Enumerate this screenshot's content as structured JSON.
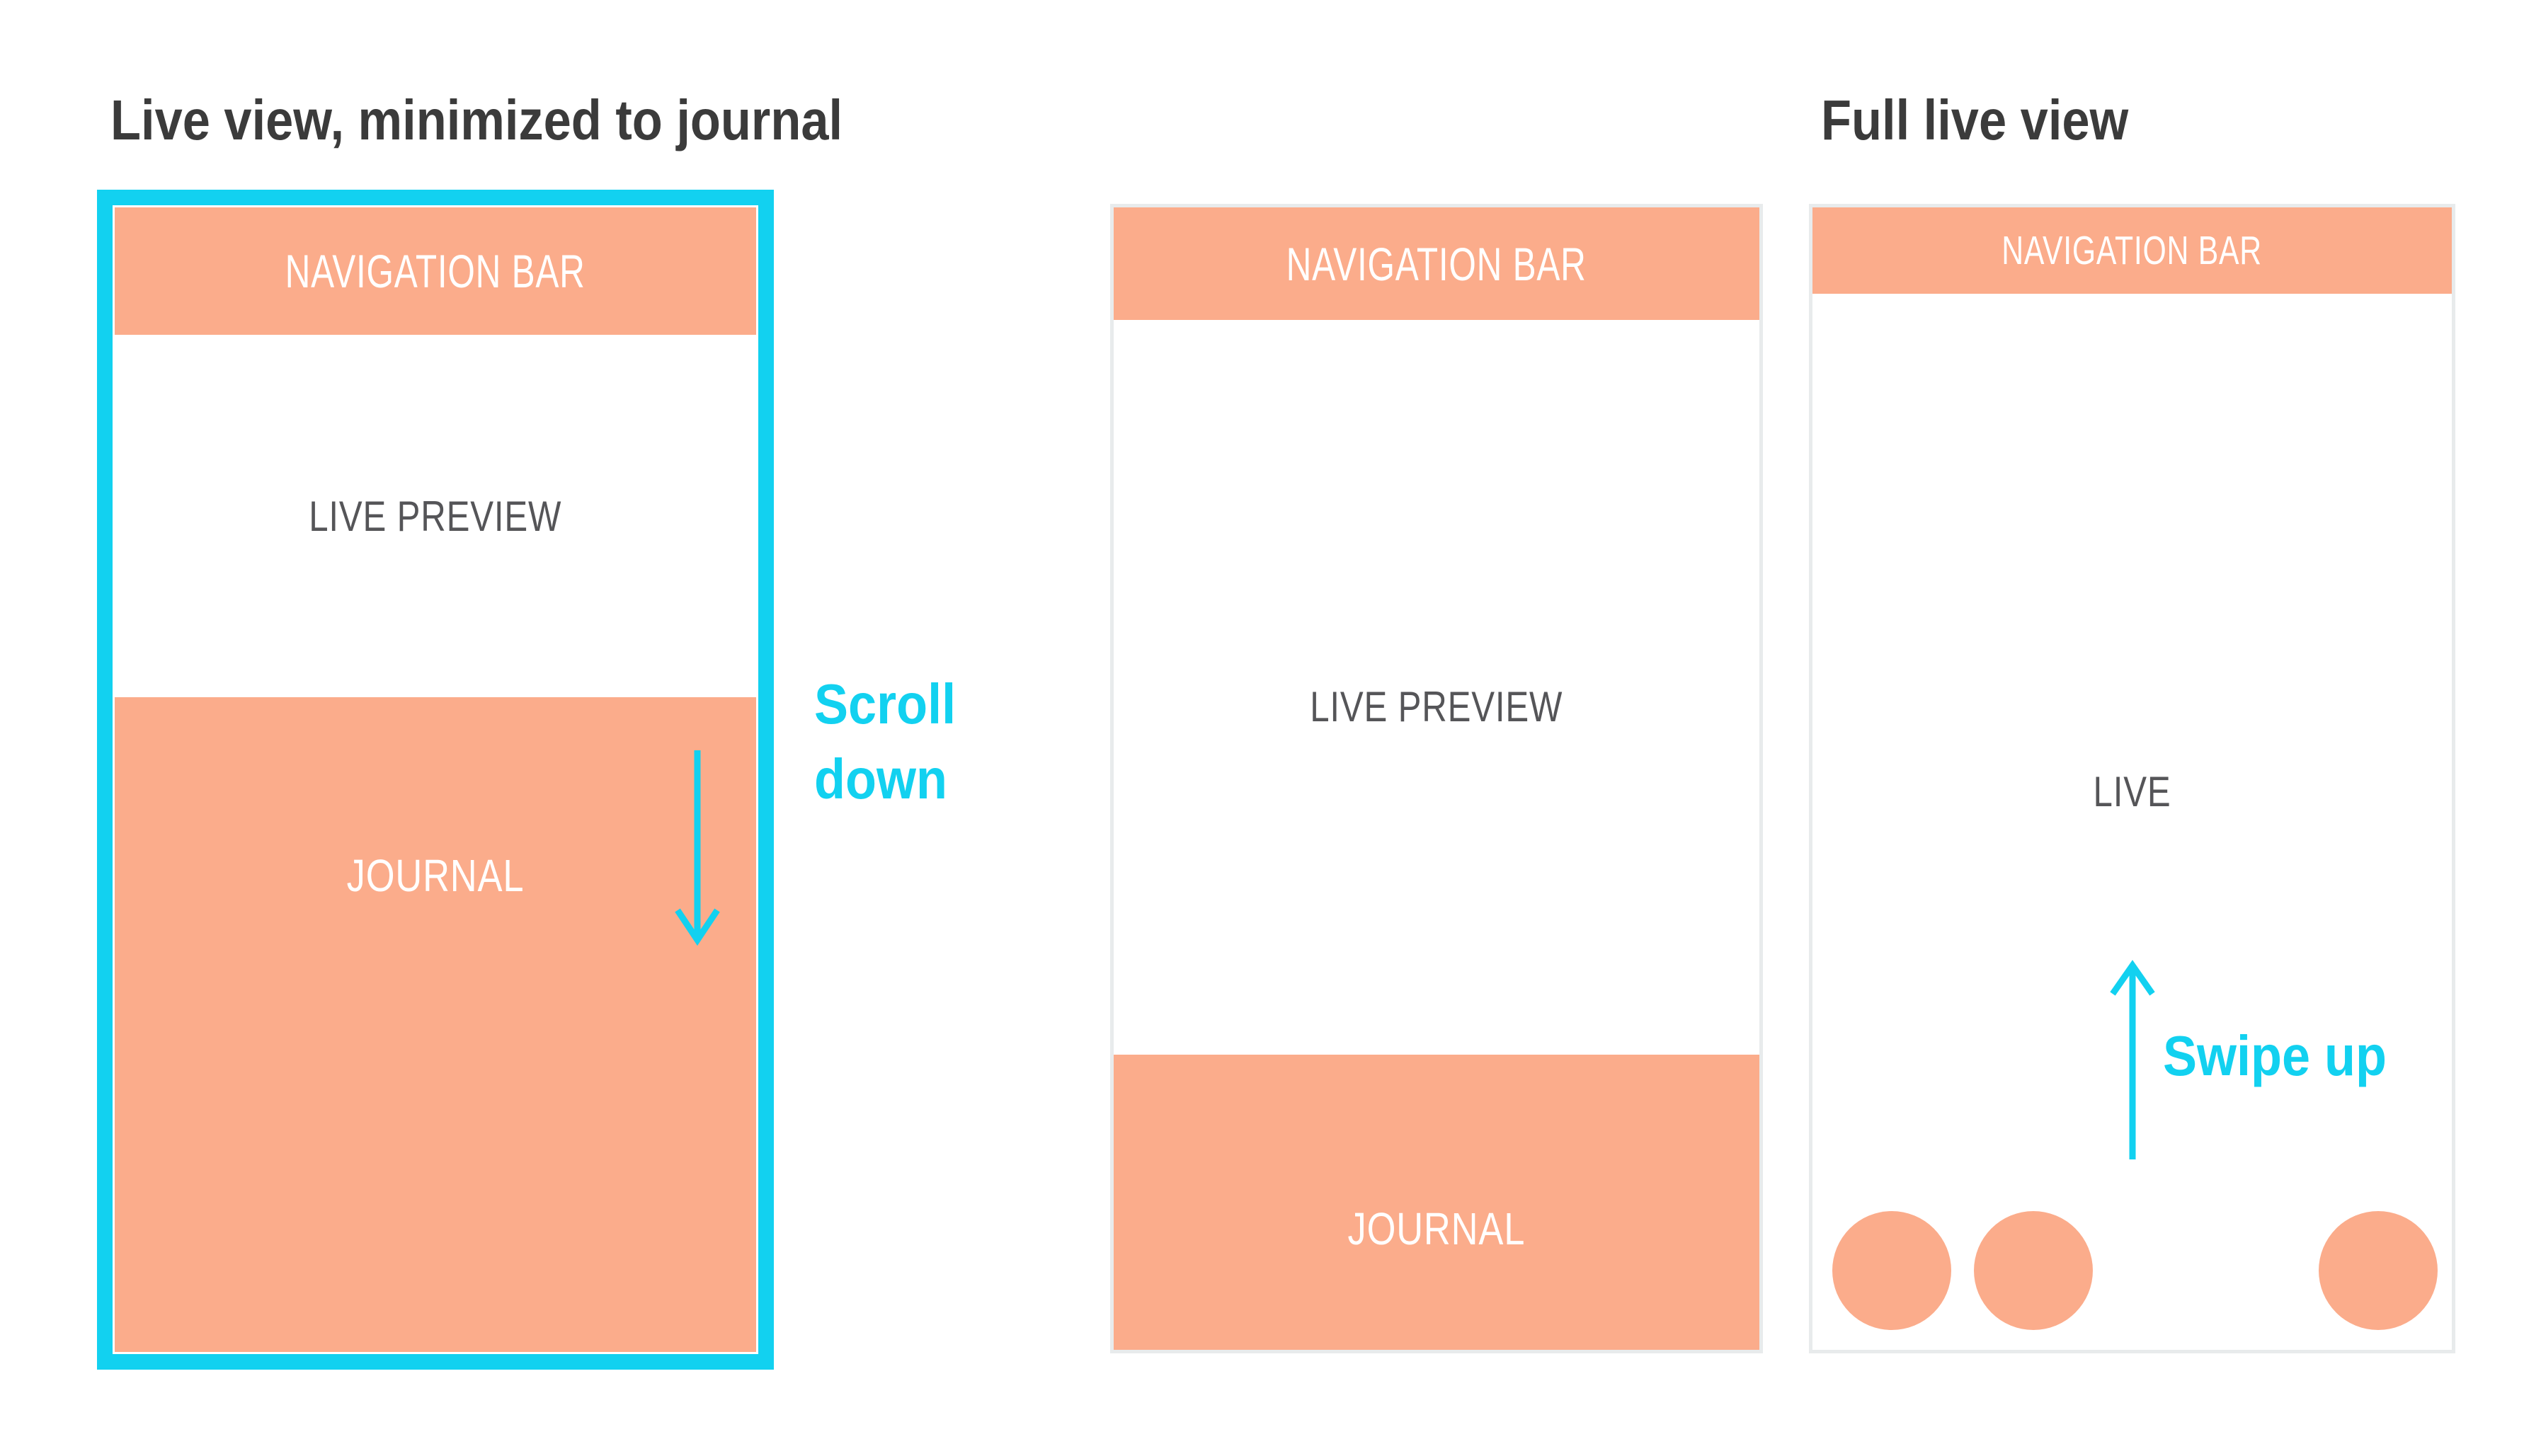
{
  "colors": {
    "accent_orange": "#fbac8b",
    "accent_cyan": "#12d1f0",
    "title_text": "#3b3b3b",
    "label_text": "#555558",
    "frame_border": "#e8ebec",
    "block_label_text": "#ffffff"
  },
  "titles": {
    "left": "Live view, minimized to journal",
    "right": "Full live view"
  },
  "phones": {
    "minimized": {
      "nav_label": "NAVIGATION BAR",
      "preview_label": "LIVE PREVIEW",
      "journal_label": "JOURNAL"
    },
    "default": {
      "nav_label": "NAVIGATION BAR",
      "preview_label": "LIVE PREVIEW",
      "journal_label": "JOURNAL"
    },
    "full_live": {
      "nav_label": "NAVIGATION BAR",
      "live_label": "LIVE"
    }
  },
  "annotations": {
    "scroll_down": "Scroll down",
    "swipe_up": "Swipe up"
  },
  "icons": {
    "scroll_direction_icon": "arrow-down",
    "swipe_direction_icon": "arrow-up"
  }
}
